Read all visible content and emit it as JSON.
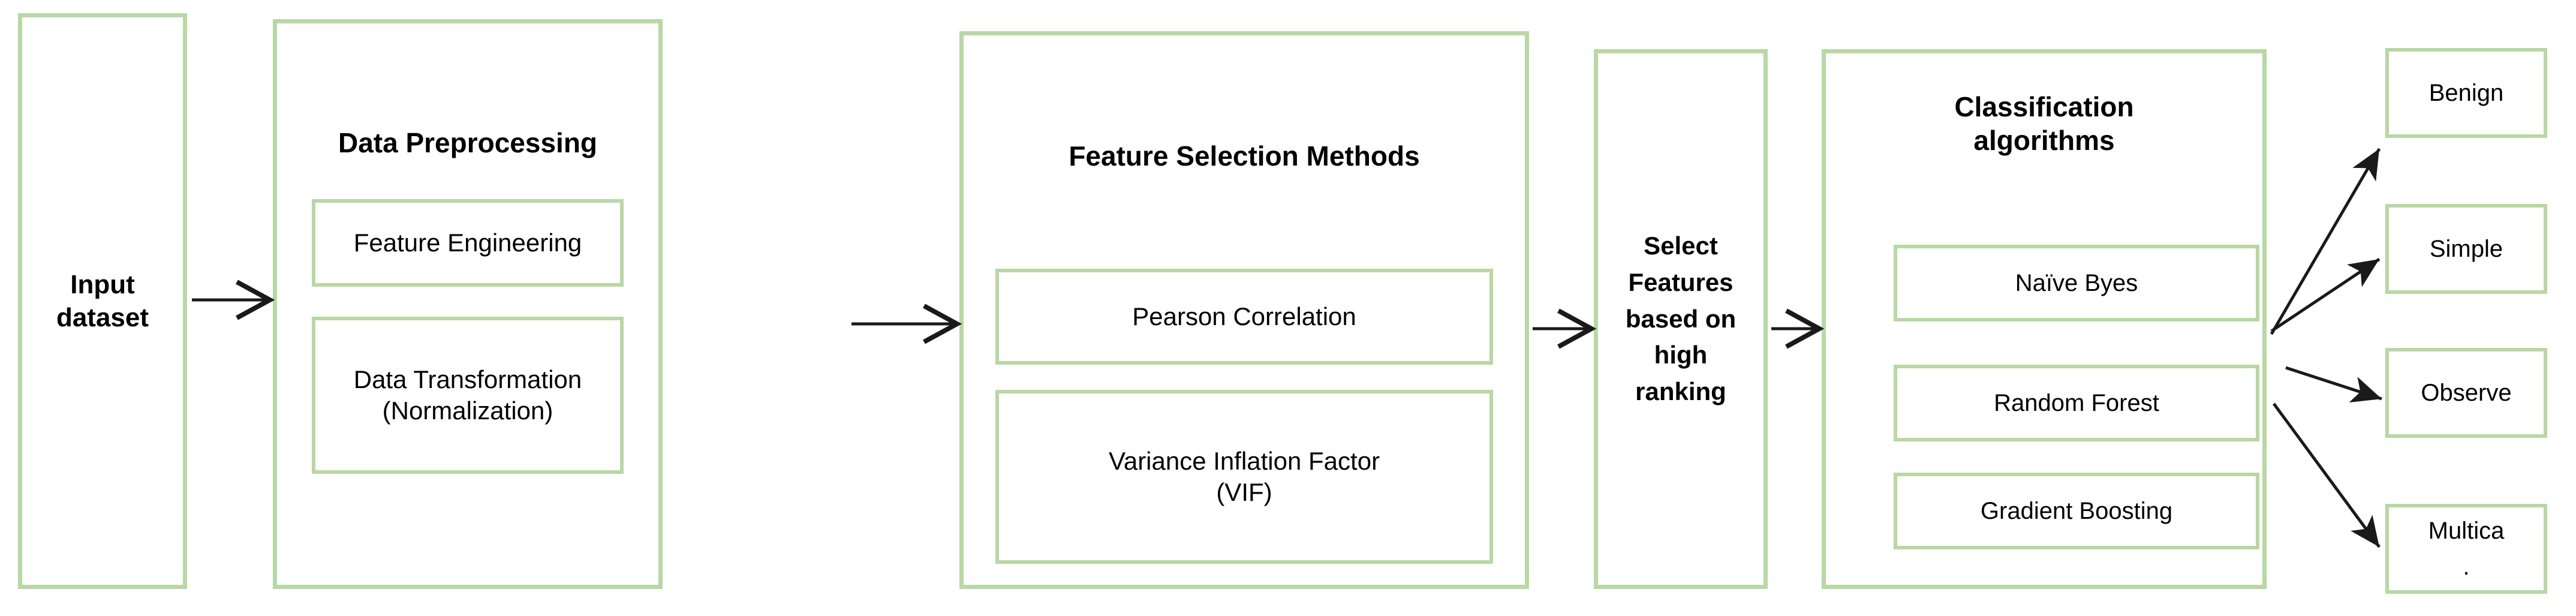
{
  "diagram": {
    "title": "Machine learning classification pipeline flowchart",
    "accent_color": "#b8d8a4",
    "text_color": "#000000",
    "background_color": "#ffffff",
    "arrow_color": "#1a1a1a"
  },
  "stages": {
    "input": {
      "label": "Input\ndataset"
    },
    "preprocessing": {
      "title": "Data Preprocessing",
      "items": [
        {
          "label": "Feature Engineering"
        },
        {
          "label": "Data Transformation\n(Normalization)"
        }
      ]
    },
    "feature_selection": {
      "title": "Feature Selection Methods",
      "items": [
        {
          "label": "Pearson Correlation"
        },
        {
          "label": "Variance Inflation Factor\n(VIF)"
        }
      ]
    },
    "select_features": {
      "label": "Select\nFeatures\nbased on\nhigh\nranking"
    },
    "classification": {
      "title": "Classification\nalgorithms",
      "items": [
        {
          "label": "Naïve Byes"
        },
        {
          "label": "Random Forest"
        },
        {
          "label": "Gradient Boosting"
        }
      ]
    }
  },
  "outputs": [
    {
      "label": "Benign"
    },
    {
      "label": "Simple"
    },
    {
      "label": "Observe"
    },
    {
      "label": "Multica\n."
    }
  ],
  "connectors": [
    {
      "name": "input-to-preprocessing",
      "style": "open-chevron"
    },
    {
      "name": "preprocessing-to-feature-selection",
      "style": "open-chevron"
    },
    {
      "name": "feature-selection-to-select-features",
      "style": "open-chevron"
    },
    {
      "name": "select-features-to-classification",
      "style": "open-chevron"
    },
    {
      "name": "classification-to-benign",
      "style": "solid-triangle"
    },
    {
      "name": "classification-to-simple",
      "style": "solid-triangle"
    },
    {
      "name": "classification-to-observe",
      "style": "solid-triangle"
    },
    {
      "name": "classification-to-multica",
      "style": "solid-triangle"
    }
  ]
}
